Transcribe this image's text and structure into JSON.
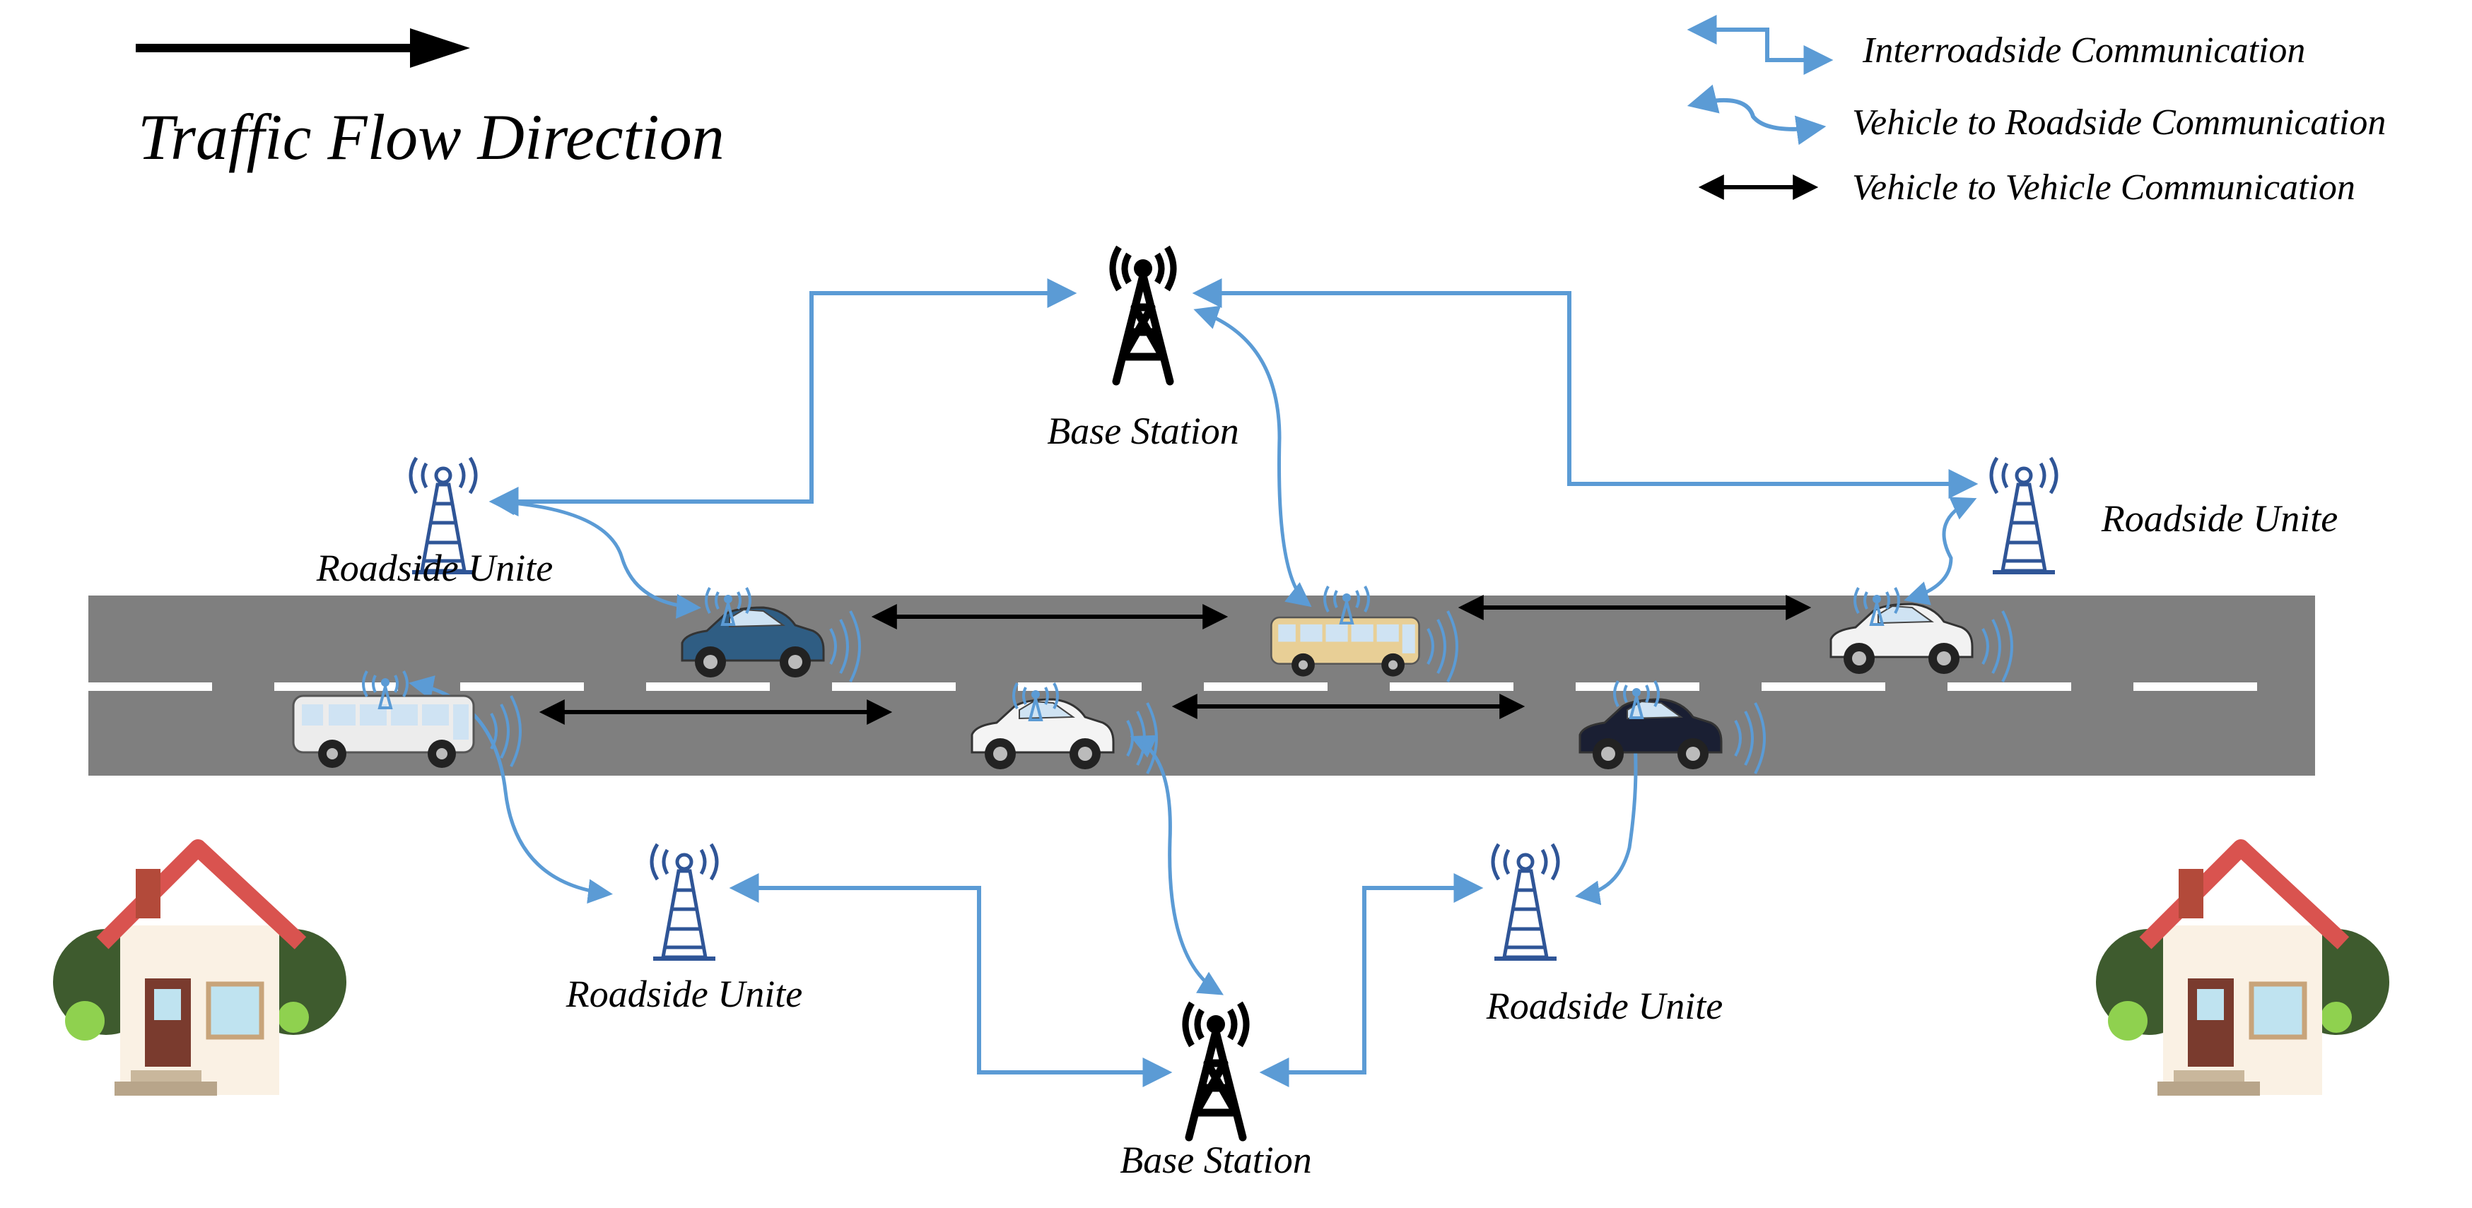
{
  "title": "Traffic Flow Direction",
  "legend": {
    "interroadside": "Interroadside Communication",
    "v2r": "Vehicle to Roadside Communication",
    "v2v": "Vehicle to Vehicle Communication"
  },
  "nodes": {
    "base_station_top": "Base Station",
    "base_station_bottom": "Base Station",
    "rsu_top_left": "Roadside Unite",
    "rsu_top_right": "Roadside Unite",
    "rsu_bottom_left": "Roadside Unite",
    "rsu_bottom_right": "Roadside Unite"
  },
  "colors": {
    "link_blue": "#5b9bd5",
    "road": "#7f7f7f",
    "rsu_blue": "#2f5597",
    "v2v_black": "#000000"
  },
  "vehicles": [
    "blue-car",
    "bus-yellow",
    "white-suv",
    "white-bus",
    "white-sedan",
    "black-sedan"
  ]
}
